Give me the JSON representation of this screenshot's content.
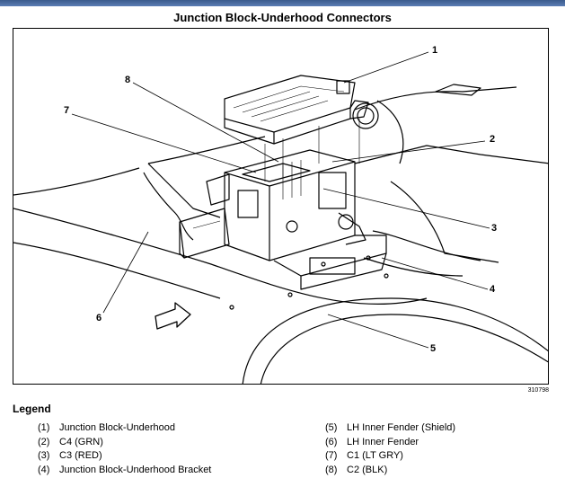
{
  "title": "Junction Block-Underhood Connectors",
  "figure_id": "310798",
  "callouts": [
    "1",
    "2",
    "3",
    "4",
    "5",
    "6",
    "7",
    "8"
  ],
  "legend": {
    "heading": "Legend",
    "items": [
      {
        "num": "(1)",
        "text": "Junction Block-Underhood"
      },
      {
        "num": "(2)",
        "text": "C4 (GRN)"
      },
      {
        "num": "(3)",
        "text": "C3 (RED)"
      },
      {
        "num": "(4)",
        "text": "Junction Block-Underhood Bracket"
      },
      {
        "num": "(5)",
        "text": "LH Inner Fender (Shield)"
      },
      {
        "num": "(6)",
        "text": "LH Inner Fender"
      },
      {
        "num": "(7)",
        "text": "C1 (LT GRY)"
      },
      {
        "num": "(8)",
        "text": "C2 (BLK)"
      }
    ]
  },
  "colors": {
    "accent_bar": "#4a6ba0",
    "line": "#000000"
  }
}
